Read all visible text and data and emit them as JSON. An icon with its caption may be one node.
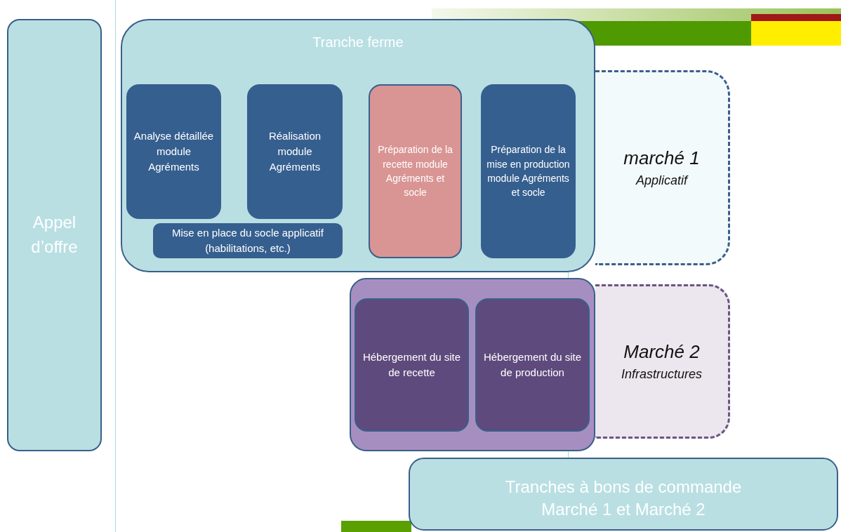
{
  "diagram": {
    "nodes": [
      {
        "text": [
          "Appel d’offre"
        ]
      },
      {
        "text": [
          "Tranche ferme"
        ]
      },
      {
        "text": [
          "Analyse détaillée module Agréments"
        ],
        "in": 1
      },
      {
        "text": [
          "Réalisation module Agréments"
        ],
        "in": 1
      },
      {
        "text": [
          "Préparation de la recette module Agréments et socle"
        ],
        "in": 1
      },
      {
        "text": [
          "Préparation de la mise en production module Agréments et socle"
        ],
        "in": 1
      },
      {
        "text": [
          "Mise en place du socle applicatif (habilitations, etc.)"
        ],
        "in": 1
      },
      {
        "text": [
          "marché 1",
          "Applicatif"
        ]
      },
      {
        "text": [],
        "shape": "box"
      },
      {
        "text": [
          "Hébergement du site de recette"
        ],
        "in": 8
      },
      {
        "text": [
          "Hébergement du site de production"
        ],
        "in": 8
      },
      {
        "text": [
          "Marché 2",
          "Infrastructures"
        ]
      },
      {
        "text": [
          "Tranches à bons de commande Marché 1 et Marché 2"
        ]
      }
    ],
    "edges": []
  }
}
